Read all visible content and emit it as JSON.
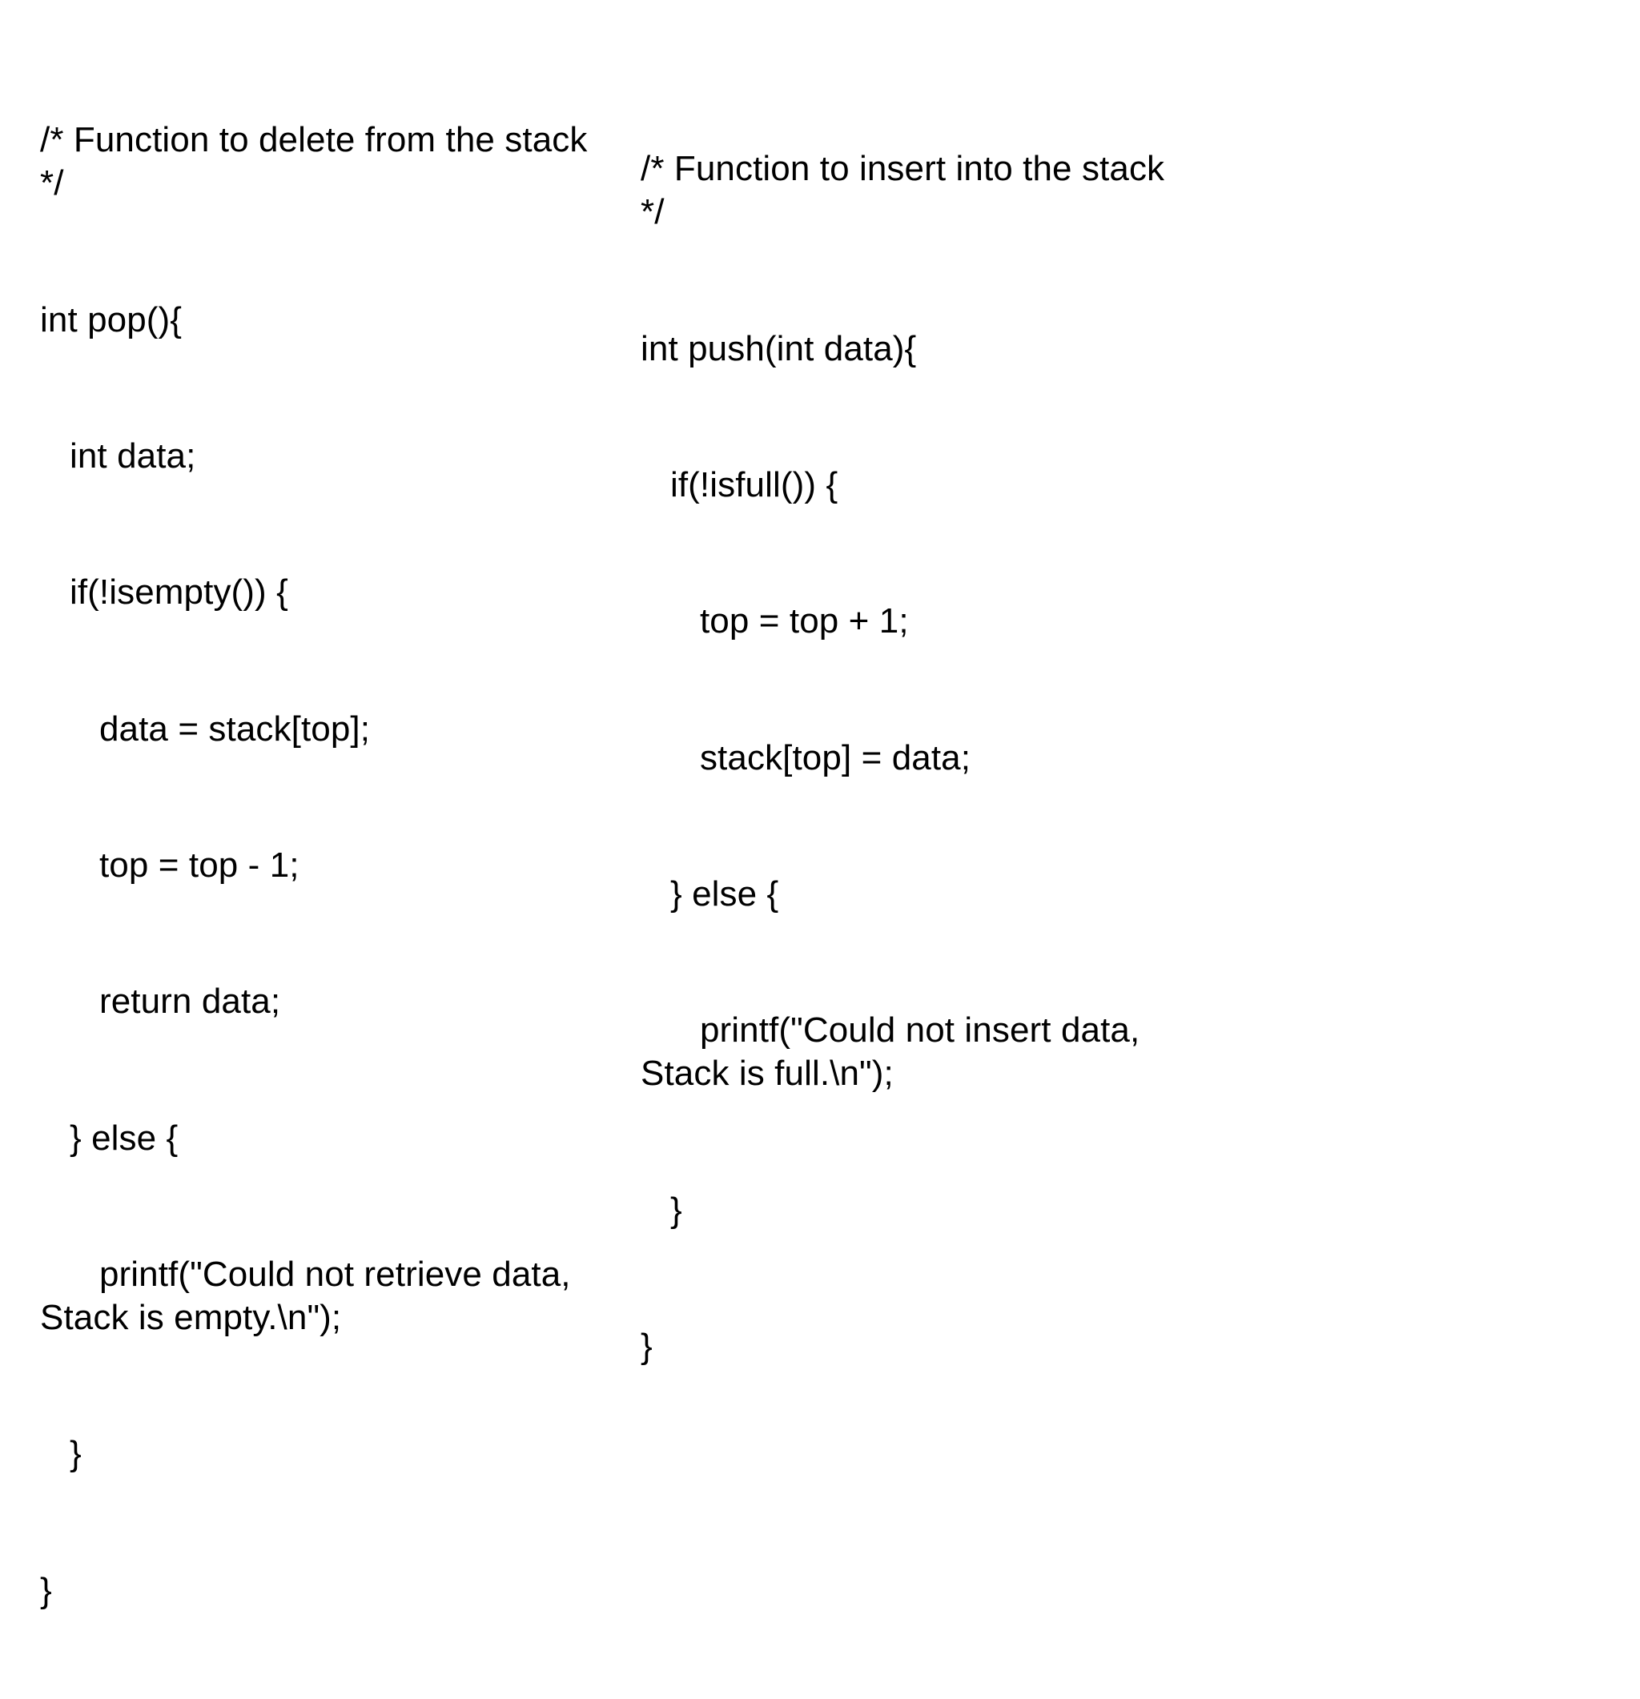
{
  "slide": {
    "background_color": "#FFFFFF",
    "text_color": "#000000",
    "left_column": {
      "title_comment": "/* Function to delete from the stack */",
      "function_name": "pop",
      "lines": [
        "/* Function to delete from the stack */",
        "int pop(){",
        "   int data;",
        "   if(!isempty()) {",
        "      data = stack[top];",
        "      top = top - 1;",
        "      return data;",
        "   } else {",
        "      printf(\"Could not retrieve data, Stack is empty.\\n\");",
        "   }",
        "}"
      ]
    },
    "right_column": {
      "title_comment": "/* Function to insert into the stack */",
      "function_name": "push",
      "lines": [
        "/* Function to insert into the stack */",
        "int push(int data){",
        "   if(!isfull()) {",
        "      top = top + 1;",
        "      stack[top] = data;",
        "   } else {",
        "      printf(\"Could not insert data, Stack is full.\\n\");",
        "   }",
        "}"
      ]
    }
  }
}
